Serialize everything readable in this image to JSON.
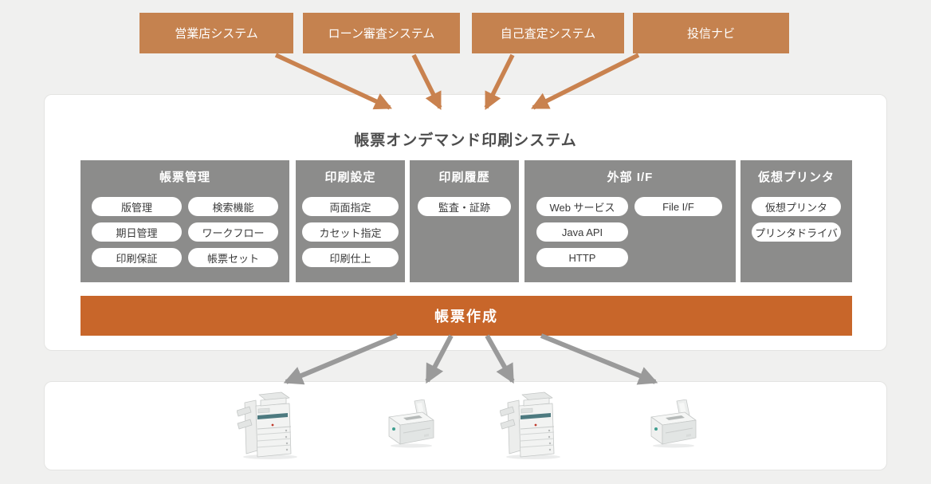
{
  "sources": [
    {
      "label": "営業店システム"
    },
    {
      "label": "ローン審査システム"
    },
    {
      "label": "自己査定システム"
    },
    {
      "label": "投信ナビ"
    }
  ],
  "system": {
    "title": "帳票オンデマンド印刷システム",
    "modules": [
      {
        "name": "帳票管理",
        "features": [
          "版管理",
          "検索機能",
          "期日管理",
          "ワークフロー",
          "印刷保証",
          "帳票セット"
        ]
      },
      {
        "name": "印刷設定",
        "features": [
          "両面指定",
          "カセット指定",
          "印刷仕上"
        ]
      },
      {
        "name": "印刷履歴",
        "features": [
          "監査・証跡"
        ]
      },
      {
        "name": "外部 I/F",
        "features": [
          "Web サービス",
          "File I/F",
          "Java API",
          "HTTP"
        ]
      },
      {
        "name": "仮想プリンタ",
        "features": [
          "仮想プリンタ",
          "プリンタドライバ"
        ]
      }
    ],
    "creation_bar": "帳票作成"
  },
  "printers": [
    {
      "icon": "multifunction-copier-icon"
    },
    {
      "icon": "laser-printer-icon"
    },
    {
      "icon": "multifunction-copier-icon"
    },
    {
      "icon": "laser-printer-icon"
    }
  ],
  "colors": {
    "background": "#f0f0ef",
    "panel": "#ffffff",
    "panel_border": "#e4e4e2",
    "source_box": "#c5824f",
    "source_arrow": "#c9824f",
    "module_box": "#8c8c8b",
    "pill_background": "#ffffff",
    "pill_text": "#3a3a3a",
    "creation_bar": "#c8662a",
    "title_text": "#4d4d4d",
    "output_arrow": "#9a9a9a"
  }
}
